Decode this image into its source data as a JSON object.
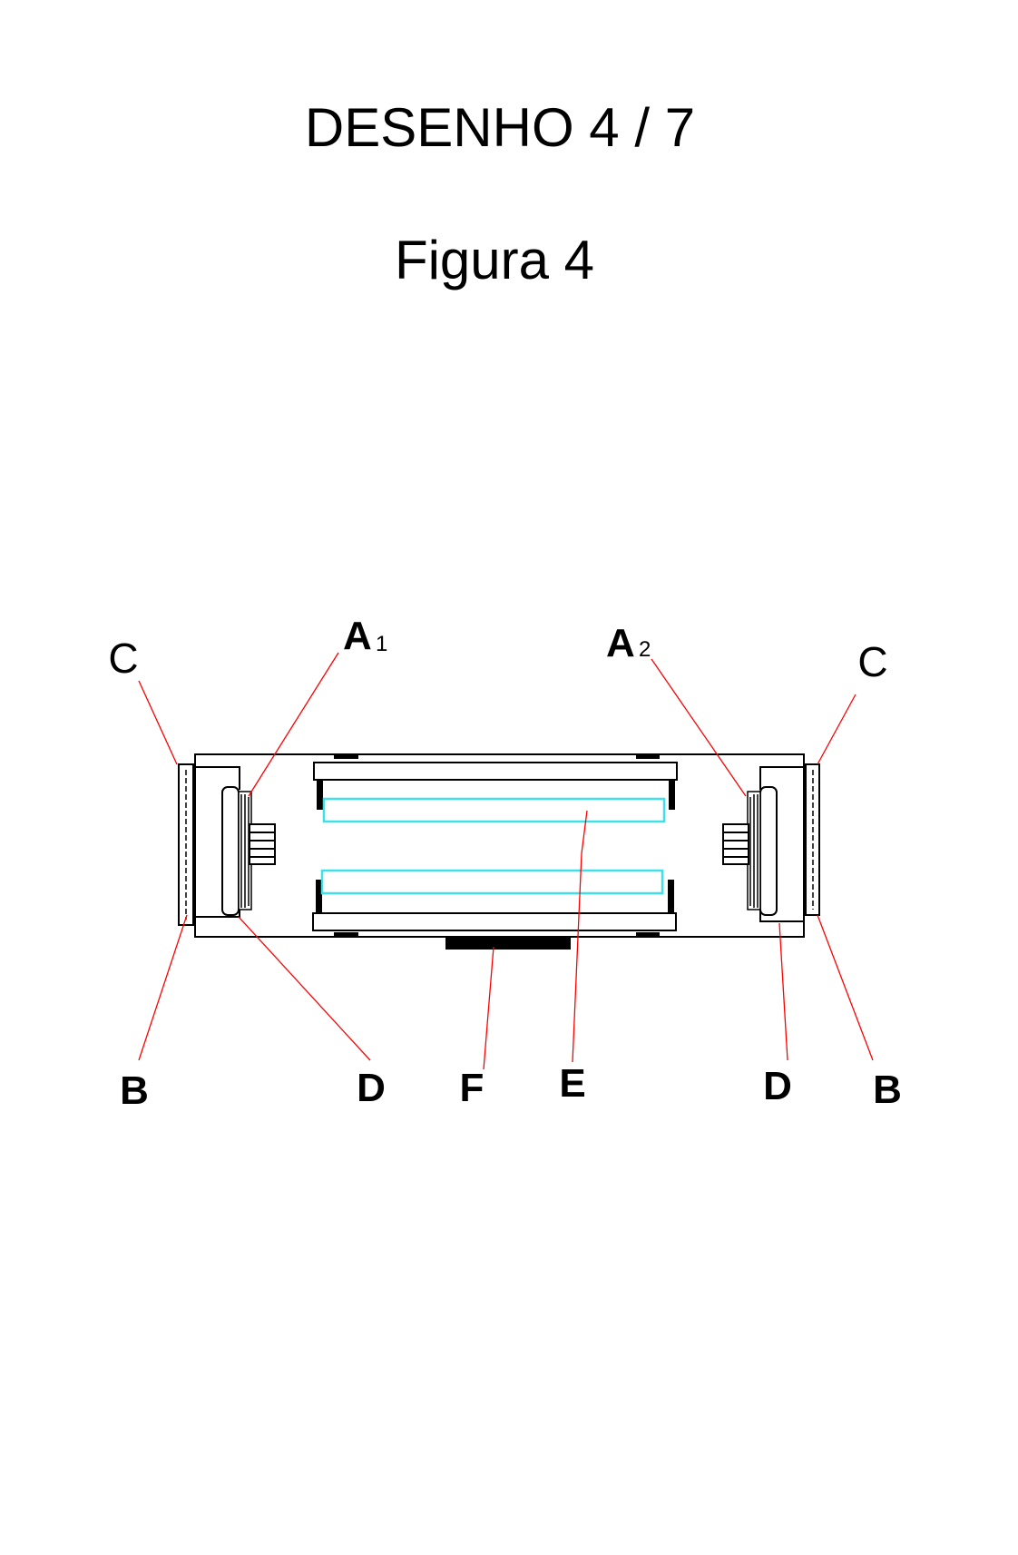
{
  "header": {
    "drawing_number": "DESENHO 4 / 7",
    "figure_title": "Figura 4"
  },
  "labels": {
    "c_left": "C",
    "a1": "A",
    "a1_sub": "1",
    "a2": "A",
    "a2_sub": "2",
    "c_right": "C",
    "b_left": "B",
    "d_left": "D",
    "f": "F",
    "e": "E",
    "d_right": "D",
    "b_right": "B"
  },
  "colors": {
    "leader_lines": "#ff0000",
    "tubes": "#3fe0e8"
  }
}
